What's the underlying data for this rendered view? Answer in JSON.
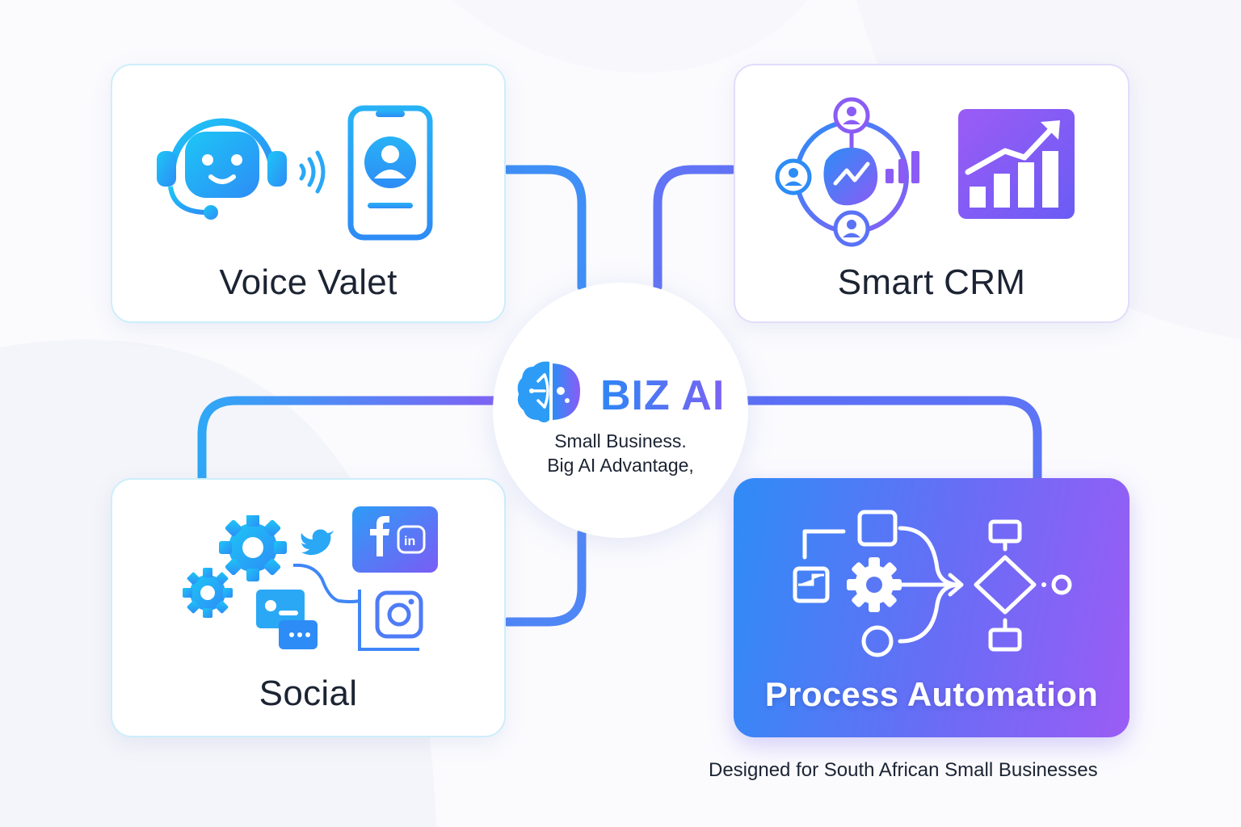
{
  "hub": {
    "title": "BIZ AI",
    "tagline_line1": "Small Business.",
    "tagline_line2": "Big AI Advantage,",
    "logo_icon": "brain-ai-icon"
  },
  "cards": {
    "voice_valet": {
      "label": "Voice Valet",
      "icons": [
        "robot-headset-icon",
        "sound-waves-icon",
        "smartphone-contact-icon"
      ]
    },
    "smart_crm": {
      "label": "Smart CRM",
      "icons": [
        "customer-network-icon",
        "bar-chart-icon",
        "growth-chart-icon"
      ]
    },
    "social": {
      "label": "Social",
      "icons": [
        "gear-icon",
        "twitter-icon",
        "facebook-icon",
        "linkedin-icon",
        "chat-bubble-icon",
        "instagram-icon"
      ]
    },
    "process_automation": {
      "label": "Process Automation",
      "icons": [
        "workflow-diagram-icon"
      ]
    }
  },
  "footer": {
    "note": "Designed for South African Small Businesses"
  },
  "colors": {
    "blue": "#2d8cf6",
    "cyan": "#1fc3f3",
    "purple": "#9b5cf5",
    "text": "#1c2433"
  }
}
